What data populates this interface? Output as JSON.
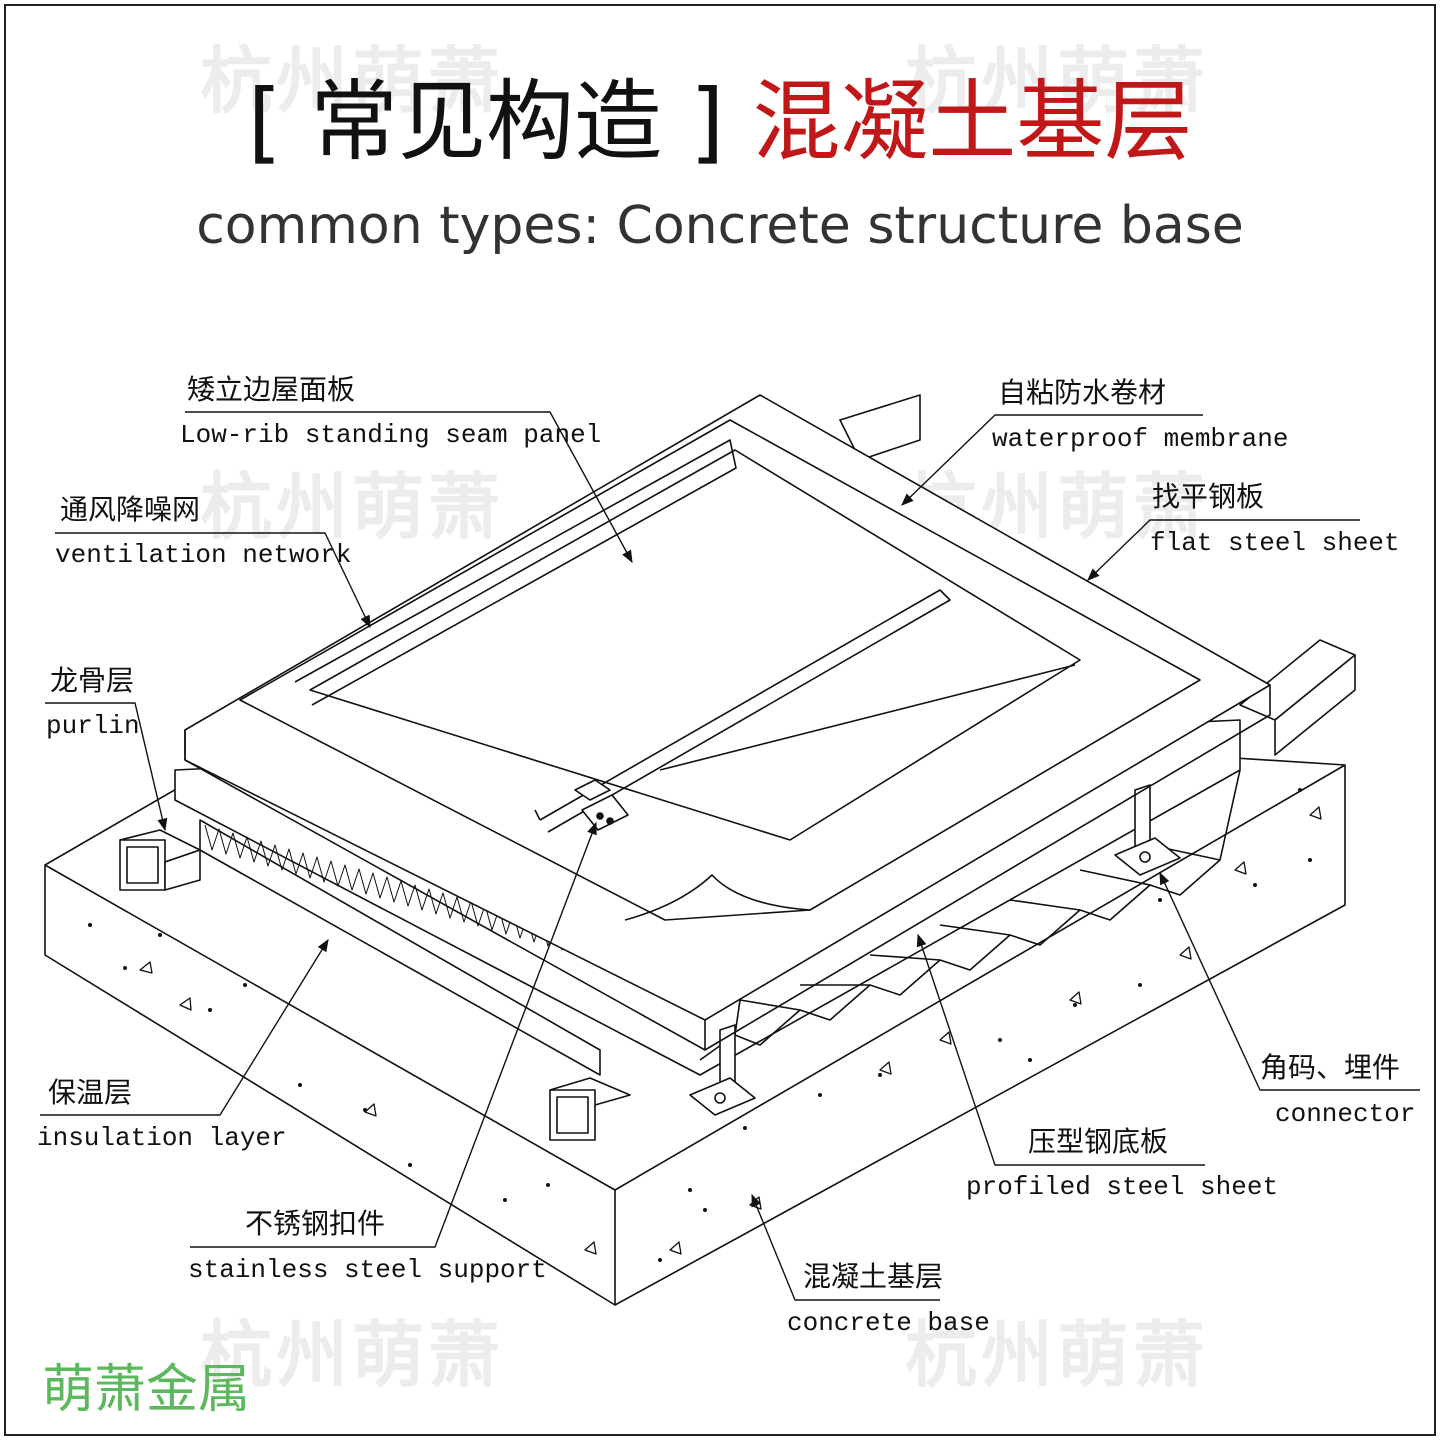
{
  "watermark": "杭州萌萧",
  "title": {
    "bracket_open": "[",
    "prefix": "常见构造",
    "bracket_close": "]",
    "main": "混凝土基层"
  },
  "subtitle": "common types:  Concrete structure base",
  "labels": {
    "seam_panel": {
      "zh": "矮立边屋面板",
      "en": "Low-rib standing seam panel"
    },
    "membrane": {
      "zh": "自粘防水卷材",
      "en": "waterproof membrane"
    },
    "ventilation": {
      "zh": "通风降噪网",
      "en": "ventilation network"
    },
    "flat_sheet": {
      "zh": "找平钢板",
      "en": "flat steel sheet"
    },
    "purlin": {
      "zh": "龙骨层",
      "en": "purlin"
    },
    "connector": {
      "zh": "角码、埋件",
      "en": "connector"
    },
    "insulation": {
      "zh": "保温层",
      "en": "insulation layer"
    },
    "profiled": {
      "zh": "压型钢底板",
      "en": "profiled steel sheet"
    },
    "support": {
      "zh": "不锈钢扣件",
      "en": "stainless steel support"
    },
    "concrete": {
      "zh": "混凝土基层",
      "en": "concrete base"
    }
  },
  "brand": "萌萧金属",
  "colors": {
    "title_accent": "#c01818",
    "brand": "#5cb85c",
    "line": "#111111"
  }
}
